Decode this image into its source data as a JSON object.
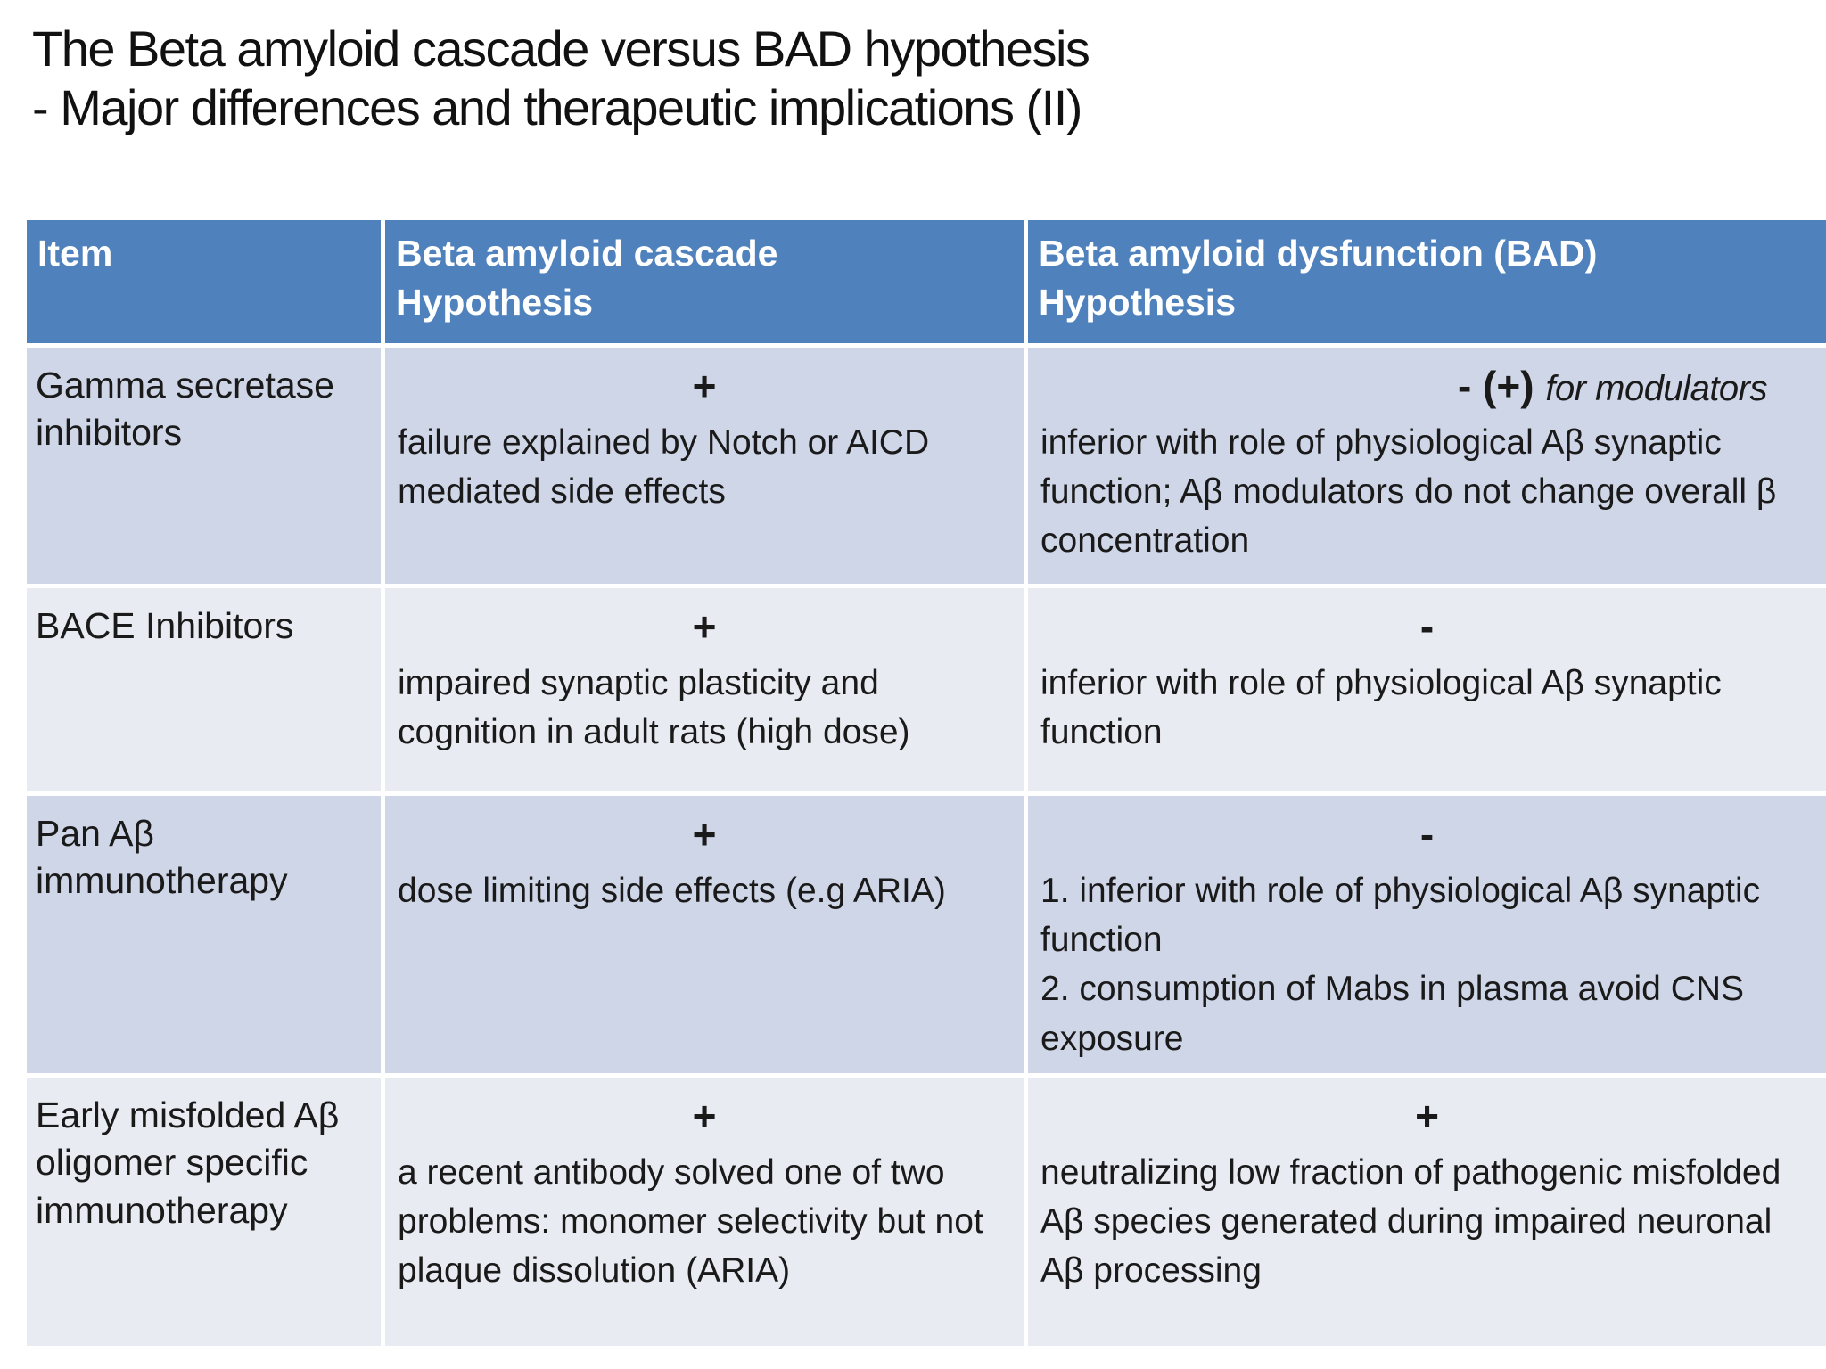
{
  "title": "The Beta amyloid cascade versus BAD hypothesis\n- Major differences and therapeutic implications (II)",
  "colors": {
    "header_bg": "#4f81bd",
    "header_text": "#ffffff",
    "row_shade_dark": "#cfd6e7",
    "row_shade_light": "#e9ebf2",
    "body_text": "#1a1a1a"
  },
  "table": {
    "header": [
      "Item",
      "Beta amyloid cascade\nHypothesis",
      "Beta amyloid dysfunction (BAD)\nHypothesis"
    ],
    "rows": [
      {
        "item": "Gamma secretase inhibitors",
        "cascade_marker": "+",
        "cascade_text": "failure explained by Notch or AICD mediated side effects",
        "bad_marker": "- (+)",
        "bad_marker_note": "for modulators",
        "bad_text": "inferior with role of physiological Aβ synaptic function; Aβ modulators do not change overall β concentration"
      },
      {
        "item": "BACE Inhibitors",
        "cascade_marker": "+",
        "cascade_text": "impaired synaptic plasticity and cognition in adult rats (high dose)",
        "bad_marker": "-",
        "bad_marker_note": "",
        "bad_text": "inferior with role of physiological Aβ synaptic function"
      },
      {
        "item": "Pan Aβ immunotherapy",
        "cascade_marker": "+",
        "cascade_text": "dose limiting side effects (e.g ARIA)",
        "bad_marker": "-",
        "bad_marker_note": "",
        "bad_text": "1. inferior with role of physiological Aβ synaptic function\n2. consumption of Mabs in plasma avoid CNS exposure"
      },
      {
        "item": "Early misfolded Aβ  oligomer specific immunotherapy",
        "cascade_marker": "+",
        "cascade_text": "a recent antibody solved one of two problems: monomer selectivity but not plaque dissolution (ARIA)",
        "bad_marker": "+",
        "bad_marker_note": "",
        "bad_text": "neutralizing low fraction of pathogenic misfolded Aβ species generated during impaired neuronal Aβ processing"
      }
    ]
  }
}
